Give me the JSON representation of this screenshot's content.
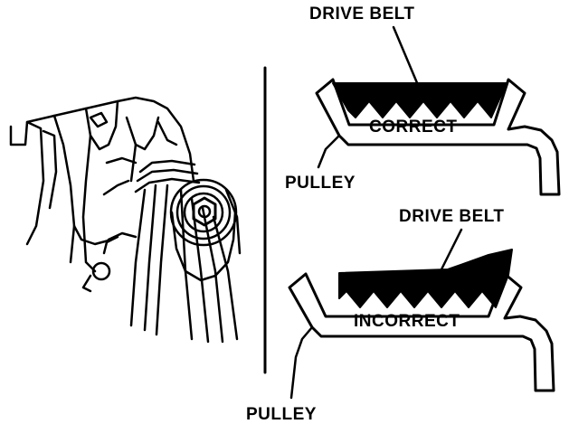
{
  "labels": {
    "upper_drive_belt": "DRIVE BELT",
    "correct": "CORRECT",
    "upper_pulley": "PULLEY",
    "lower_drive_belt": "DRIVE BELT",
    "incorrect": "INCORRECT",
    "lower_pulley": "PULLEY"
  },
  "colors": {
    "ink": "#000000",
    "paper": "#ffffff"
  }
}
